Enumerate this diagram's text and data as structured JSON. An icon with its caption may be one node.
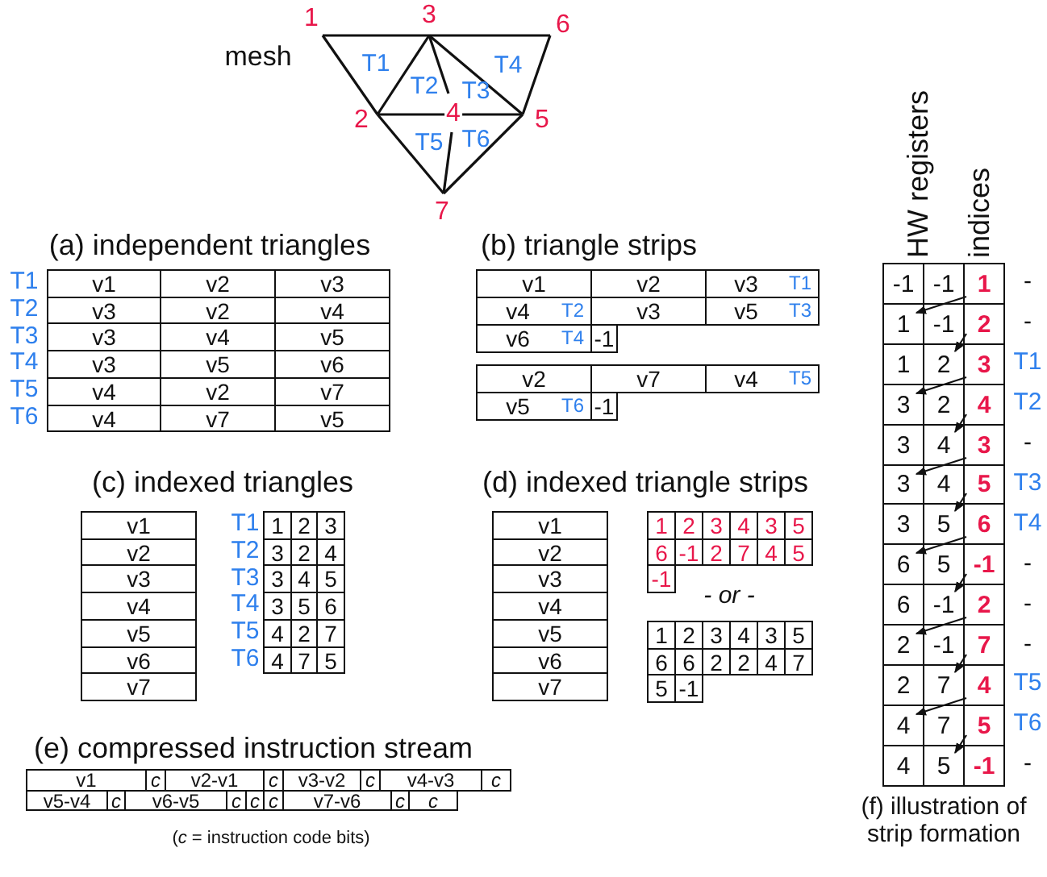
{
  "diagram": {
    "nodes": [
      {
        "text": [
          "-1"
        ]
      },
      {
        "text": [
          "-1"
        ]
      },
      {
        "text": [
          "1"
        ]
      },
      {
        "text": [
          "1"
        ]
      },
      {
        "text": [
          "-1"
        ]
      },
      {
        "text": [
          "2"
        ]
      },
      {
        "text": [
          "1"
        ]
      },
      {
        "text": [
          "2"
        ]
      },
      {
        "text": [
          "3"
        ]
      },
      {
        "text": [
          "3"
        ]
      },
      {
        "text": [
          "2"
        ]
      },
      {
        "text": [
          "4"
        ]
      },
      {
        "text": [
          "3"
        ]
      },
      {
        "text": [
          "4"
        ]
      },
      {
        "text": [
          "3"
        ]
      },
      {
        "text": [
          "3"
        ]
      },
      {
        "text": [
          "4"
        ]
      },
      {
        "text": [
          "5"
        ]
      },
      {
        "text": [
          "3"
        ]
      },
      {
        "text": [
          "5"
        ]
      },
      {
        "text": [
          "6"
        ]
      },
      {
        "text": [
          "6"
        ]
      },
      {
        "text": [
          "5"
        ]
      },
      {
        "text": [
          "-1"
        ]
      },
      {
        "text": [
          "6"
        ]
      },
      {
        "text": [
          "-1"
        ]
      },
      {
        "text": [
          "2"
        ]
      },
      {
        "text": [
          "2"
        ]
      },
      {
        "text": [
          "-1"
        ]
      },
      {
        "text": [
          "7"
        ]
      },
      {
        "text": [
          "2"
        ]
      },
      {
        "text": [
          "7"
        ]
      },
      {
        "text": [
          "4"
        ]
      },
      {
        "text": [
          "4"
        ]
      },
      {
        "text": [
          "7"
        ]
      },
      {
        "text": [
          "5"
        ]
      },
      {
        "text": [
          "4"
        ]
      },
      {
        "text": [
          "5"
        ]
      },
      {
        "text": [
          "-1"
        ]
      }
    ],
    "edges": [
      {
        "from": 2,
        "to": 3,
        "arrow": "to"
      },
      {
        "from": 5,
        "to": 7,
        "arrow": "to"
      },
      {
        "from": 8,
        "to": 9,
        "arrow": "to"
      },
      {
        "from": 11,
        "to": 13,
        "arrow": "to"
      },
      {
        "from": 14,
        "to": 15,
        "arrow": "to"
      },
      {
        "from": 17,
        "to": 19,
        "arrow": "to"
      },
      {
        "from": 20,
        "to": 21,
        "arrow": "to"
      },
      {
        "from": 23,
        "to": 25,
        "arrow": "to"
      },
      {
        "from": 26,
        "to": 27,
        "arrow": "to"
      },
      {
        "from": 29,
        "to": 31,
        "arrow": "to"
      },
      {
        "from": 32,
        "to": 33,
        "arrow": "to"
      },
      {
        "from": 35,
        "to": 37,
        "arrow": "to"
      }
    ],
    "labels": [
      "mesh",
      "1",
      "2",
      "3",
      "4",
      "5",
      "6",
      "7",
      "T1",
      "T2",
      "T3",
      "T4",
      "T5",
      "T6",
      "(a) independent triangles",
      "T1",
      "v1",
      "v2",
      "v3",
      "T2",
      "v3",
      "v2",
      "v4",
      "T3",
      "v3",
      "v4",
      "v5",
      "T4",
      "v3",
      "v5",
      "v6",
      "T5",
      "v4",
      "v2",
      "v7",
      "T6",
      "v4",
      "v7",
      "v5",
      "(b) triangle strips",
      "v1",
      "v2",
      "v3",
      "T1",
      "v4",
      "T2",
      "v3",
      "v5",
      "T3",
      "v6",
      "T4",
      "-1",
      "v2",
      "v7",
      "v4",
      "T5",
      "v5",
      "T6",
      "-1",
      "(c) indexed triangles",
      "v1",
      "T1",
      "1",
      "2",
      "3",
      "v2",
      "T2",
      "3",
      "2",
      "4",
      "v3",
      "T3",
      "3",
      "4",
      "5",
      "v4",
      "T4",
      "3",
      "5",
      "6",
      "v5",
      "T5",
      "4",
      "2",
      "7",
      "v6",
      "T6",
      "4",
      "7",
      "5",
      "v7",
      "(d) indexed triangle strips",
      "v1",
      "v2",
      "v3",
      "v4",
      "v5",
      "v6",
      "v7",
      "1",
      "2",
      "3",
      "4",
      "3",
      "5",
      "6",
      "-1",
      "2",
      "7",
      "4",
      "5",
      "-1",
      "- or -",
      "1",
      "2",
      "3",
      "4",
      "3",
      "5",
      "6",
      "6",
      "2",
      "2",
      "4",
      "7",
      "5",
      "-1",
      "(e) compressed instruction stream",
      "v1",
      "c",
      "v2-v1",
      "c",
      "v3-v2",
      "c",
      "v4-v3",
      "c",
      "v5-v4",
      "c",
      "v6-v5",
      "c",
      "c",
      "c",
      "v7-v6",
      "c",
      "c",
      "(*c* = instruction code bits)",
      "HW registers",
      "indices",
      "-",
      "-",
      "T1",
      "T2",
      "-",
      "T3",
      "T4",
      "-",
      "-",
      "-",
      "T5",
      "T6",
      "-",
      "(f) illustration of strip formation"
    ]
  }
}
